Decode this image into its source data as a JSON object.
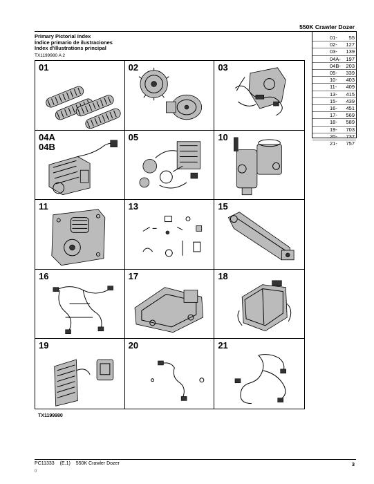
{
  "header": {
    "title": "550K Crawler Dozer"
  },
  "index_heading": {
    "line1": "Primary Pictorial Index",
    "line2": "Índice primario de ilustraciones",
    "line3": "Index d'illustrations principal"
  },
  "figure_id": "TX1199980 A 2",
  "cells": [
    {
      "label": "01",
      "icon": "track-chains-icon"
    },
    {
      "label": "02",
      "icon": "final-drive-icon"
    },
    {
      "label": "03",
      "icon": "mainframe-harness-icon"
    },
    {
      "label": "04A\n04B",
      "icon": "engine-icon"
    },
    {
      "label": "05",
      "icon": "engine-accessories-icon"
    },
    {
      "label": "10",
      "icon": "valve-block-icon"
    },
    {
      "label": "11",
      "icon": "pivot-bracket-icon"
    },
    {
      "label": "13",
      "icon": "small-parts-icon"
    },
    {
      "label": "15",
      "icon": "push-arm-icon"
    },
    {
      "label": "16",
      "icon": "wiring-harness-icon"
    },
    {
      "label": "17",
      "icon": "frame-icon"
    },
    {
      "label": "18",
      "icon": "cab-icon"
    },
    {
      "label": "19",
      "icon": "cooling-package-icon"
    },
    {
      "label": "20",
      "icon": "cable-icon"
    },
    {
      "label": "21",
      "icon": "harness-loop-icon"
    }
  ],
  "grid_caption": "TX1199980",
  "page_table": [
    {
      "section": "01-",
      "page": "55"
    },
    {
      "section": "02-",
      "page": "127"
    },
    {
      "section": "03-",
      "page": "139"
    },
    {
      "section": "04A-",
      "page": "197"
    },
    {
      "section": "04B-",
      "page": "203"
    },
    {
      "section": "05-",
      "page": "339"
    },
    {
      "section": "10-",
      "page": "403"
    },
    {
      "section": "11-",
      "page": "409"
    },
    {
      "section": "13-",
      "page": "415"
    },
    {
      "section": "15-",
      "page": "439"
    },
    {
      "section": "16-",
      "page": "451"
    },
    {
      "section": "17-",
      "page": "569"
    },
    {
      "section": "18-",
      "page": "589"
    },
    {
      "section": "19-",
      "page": "703"
    },
    {
      "section": "20-",
      "page": "737"
    },
    {
      "section": "21-",
      "page": "757"
    }
  ],
  "footer": {
    "doc_number": "PC11333",
    "edition": "(E.1)",
    "doc_title": "550K Crawler Dozer",
    "page_number": "3",
    "small_mark": "()"
  }
}
